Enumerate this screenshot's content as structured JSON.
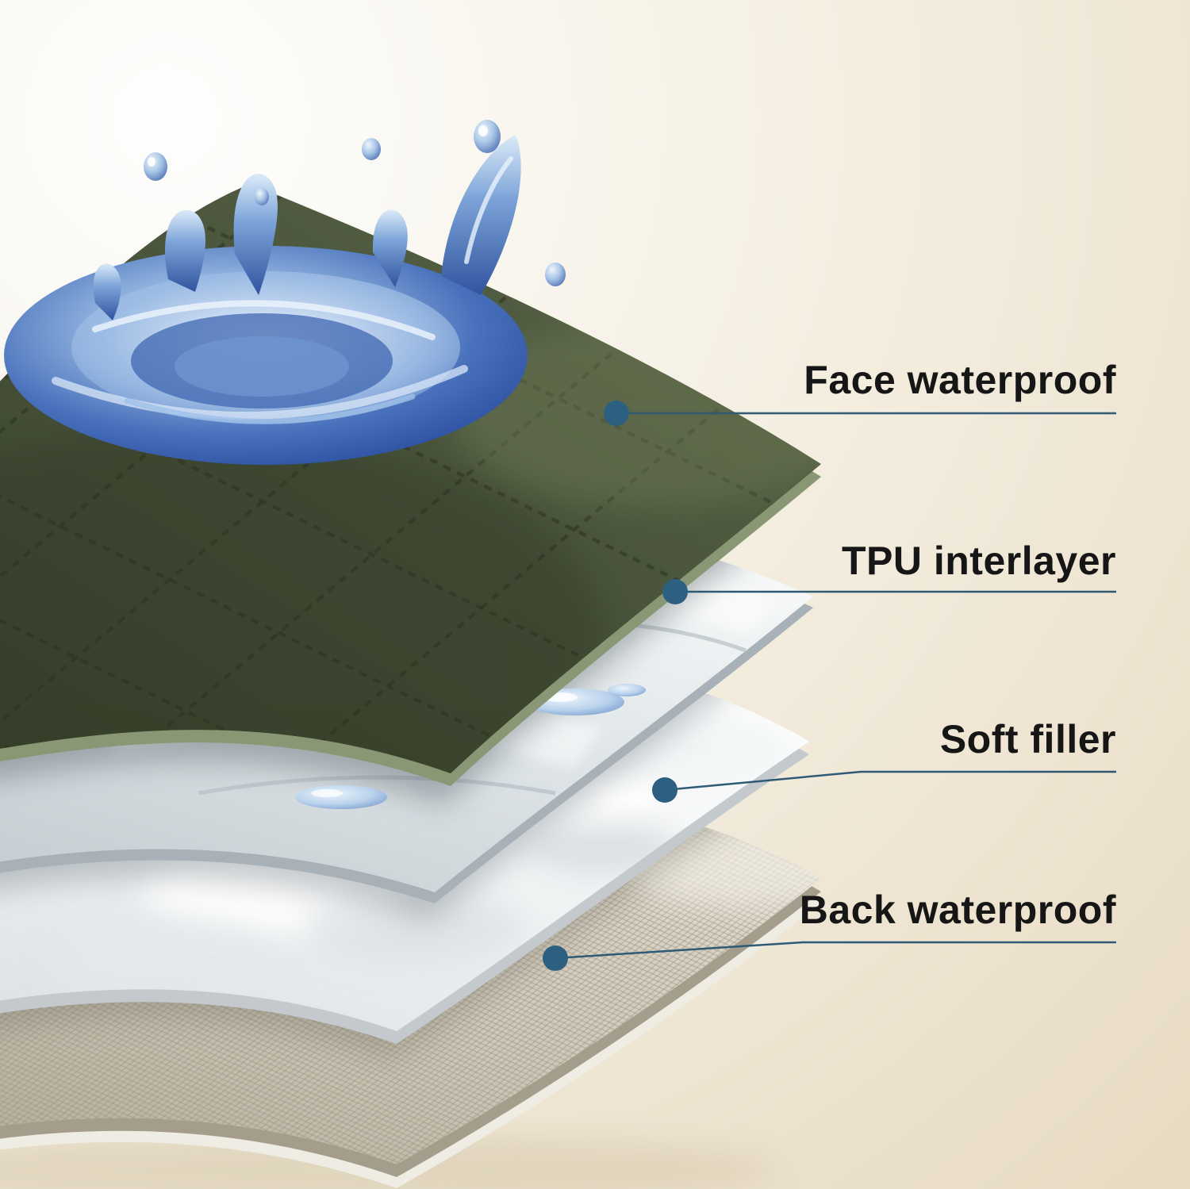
{
  "callouts": [
    {
      "id": "face-waterproof",
      "label": "Face waterproof"
    },
    {
      "id": "tpu-interlayer",
      "label": "TPU interlayer"
    },
    {
      "id": "soft-filler",
      "label": "Soft filler"
    },
    {
      "id": "back-waterproof",
      "label": "Back waterproof"
    }
  ],
  "colors": {
    "background_center": "#fefefd",
    "background_edge": "#e7dac2",
    "callout_dot": "#2d5f80",
    "callout_line": "#2f5a75",
    "label_text": "#161616",
    "fabric_green": "#47513a",
    "fabric_green_rim": "#8a9774",
    "tpu_white": "#e9edef",
    "soft_filler_white": "#f7f8f9",
    "back_fabric_gray": "#d2ccbf",
    "water_blue": "#3c63b0"
  }
}
